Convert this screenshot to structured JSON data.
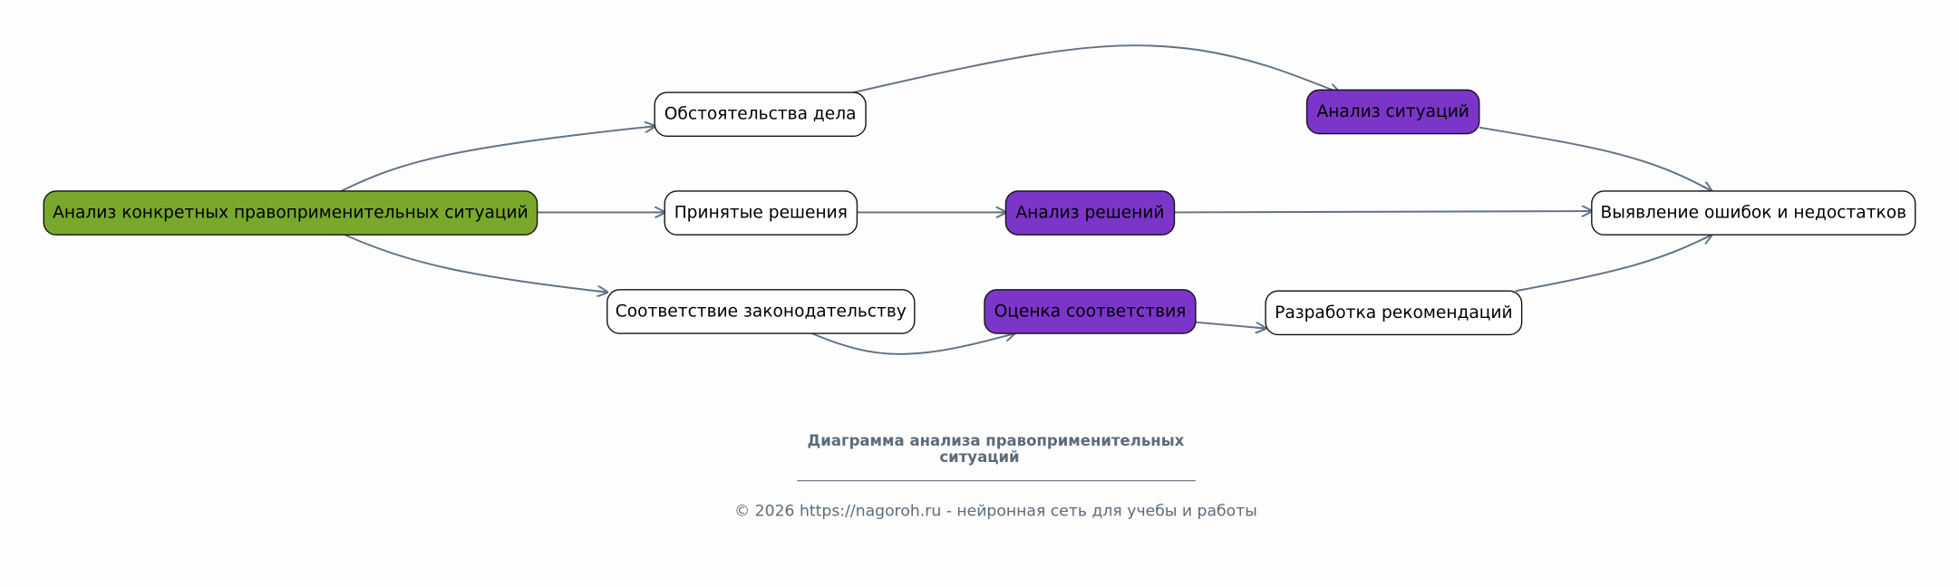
{
  "colors": {
    "root": "#7aa82a",
    "analysis": "#7b35c8",
    "plain": "#ffffff",
    "edge": "#627283",
    "footer": "#5d6b7a"
  },
  "nodes": {
    "root": "Анализ конкретных правоприменительных ситуаций",
    "circumstances": "Обстоятельства дела",
    "decisions": "Принятые решения",
    "compliance": "Соответствие законодательству",
    "situation_analysis": "Анализ ситуаций",
    "decision_analysis": "Анализ решений",
    "compliance_assessment": "Оценка соответствия",
    "recommendations": "Разработка рекомендаций",
    "errors": "Выявление ошибок и недостатков"
  },
  "footer": {
    "title_line1": "Диаграмма анализа правоприменительных",
    "title_line2": "ситуаций",
    "copyright": "© 2026 https://nagoroh.ru - нейронная сеть для учебы и работы"
  }
}
